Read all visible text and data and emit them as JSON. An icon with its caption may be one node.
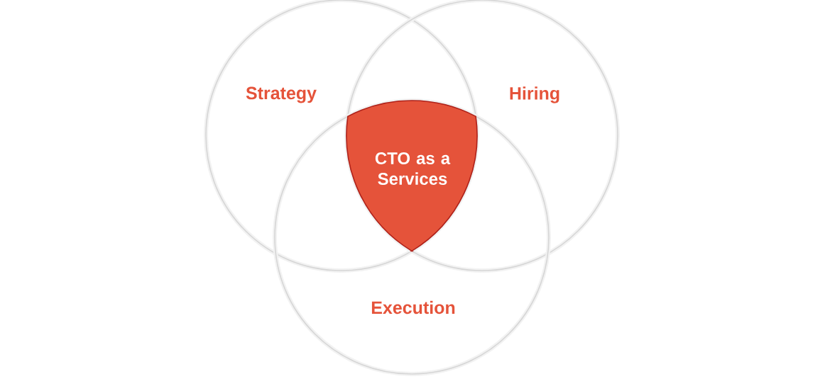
{
  "diagram": {
    "nodes": [
      {
        "text": [
          "Strategy"
        ]
      },
      {
        "text": [
          "Hiring"
        ]
      },
      {
        "text": [
          "Execution"
        ]
      },
      {
        "text": [
          "CTO as a Services"
        ]
      }
    ]
  }
}
